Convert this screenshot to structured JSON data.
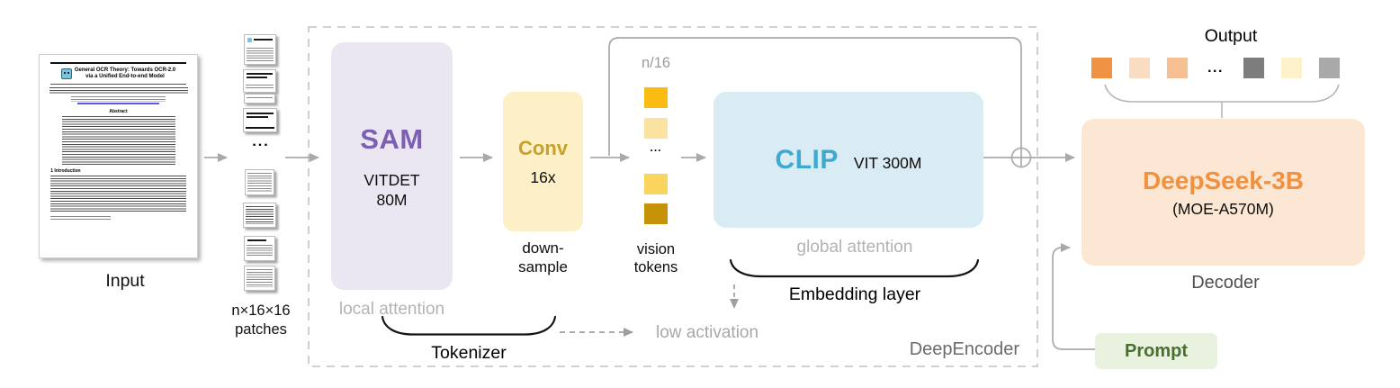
{
  "input": {
    "label": "Input",
    "paper": {
      "title_line1": "General OCR Theory: Towards OCR-2.0",
      "title_line2": "via a Unified End-to-end Model",
      "abstract_heading": "Abstract",
      "section_heading": "1   Introduction"
    }
  },
  "patches": {
    "label_line1": "n×16×16",
    "label_line2": "patches",
    "ellipsis": "..."
  },
  "encoder": {
    "label": "DeepEncoder",
    "sam": {
      "title": "SAM",
      "detail_line1": "VITDET",
      "detail_line2": "80M",
      "caption": "local attention",
      "fill": "#eae7f3",
      "title_color": "#7d5fb2"
    },
    "conv": {
      "title": "Conv",
      "detail": "16x",
      "caption_line1": "down-",
      "caption_line2": "sample",
      "fill": "#fdf0c6",
      "title_color": "#c6a22b"
    },
    "tokenizer_label": "Tokenizer",
    "vision_tokens": {
      "count_label": "n/16",
      "ellipsis": "...",
      "label_line1": "vision",
      "label_line2": "tokens",
      "colors": [
        "#fbbc12",
        "#fae3a0",
        "#fad55e",
        "#c69208"
      ]
    },
    "clip": {
      "title": "CLIP",
      "detail": "VIT 300M",
      "caption": "global attention",
      "fill": "#d9ebf3",
      "title_color": "#3fa9cf"
    },
    "embedding_label": "Embedding layer",
    "low_activation_label": "low activation"
  },
  "decoder": {
    "title": "DeepSeek-3B",
    "subtitle": "(MOE-A570M)",
    "label": "Decoder",
    "fill": "#fce7d4",
    "title_color": "#f2913d"
  },
  "prompt": {
    "label": "Prompt",
    "fill": "#e9f1df",
    "text_color": "#47702c"
  },
  "output": {
    "label": "Output",
    "ellipsis": "...",
    "colors": [
      "#ef9243",
      "#fadcc3",
      "#f6c093",
      "#7d7d7d",
      "#fdf2cb",
      "#a9a9a9"
    ]
  }
}
